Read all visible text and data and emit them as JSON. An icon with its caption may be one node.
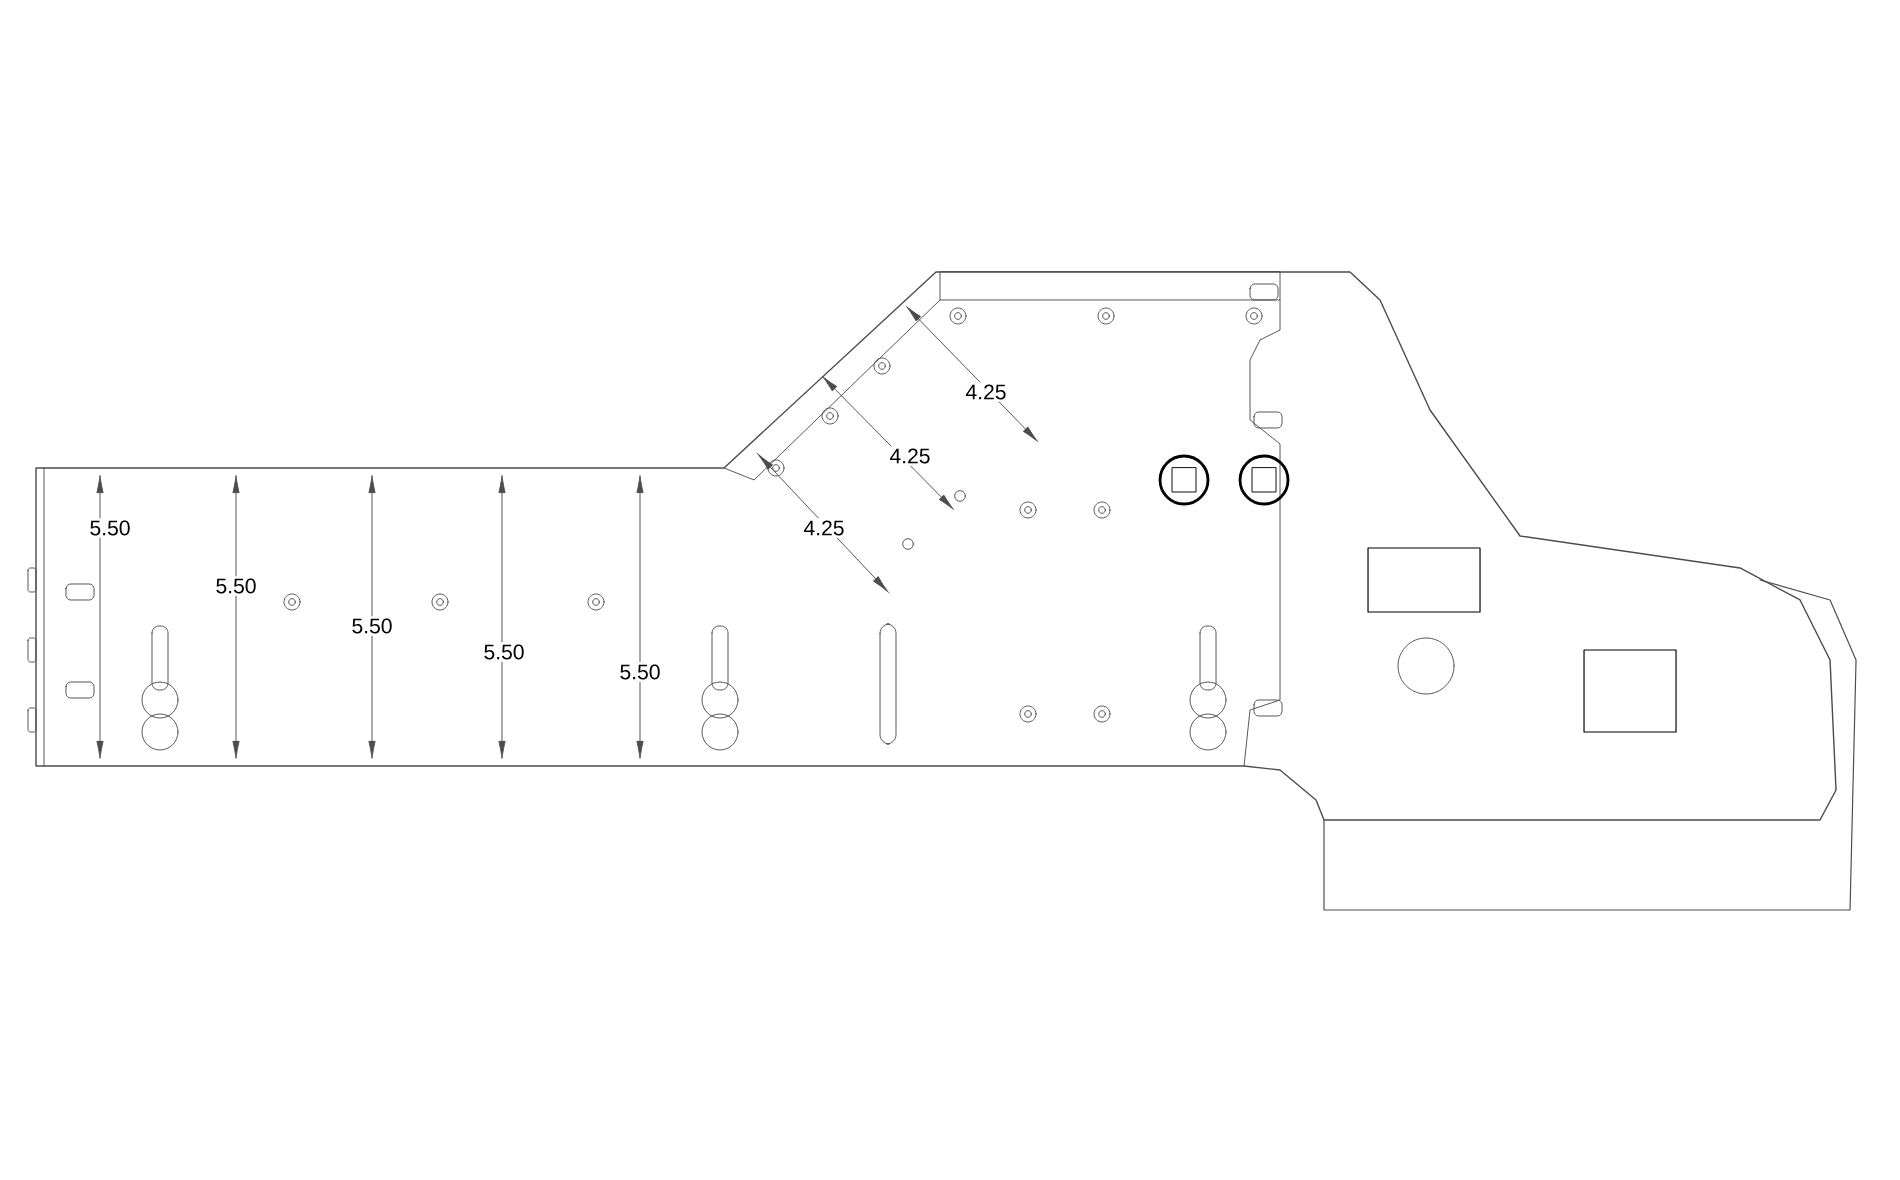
{
  "diagram": {
    "labels": [
      "5.50",
      "5.50",
      "5.50",
      "5.50",
      "5.50",
      "4.25",
      "4.25",
      "4.25"
    ]
  }
}
